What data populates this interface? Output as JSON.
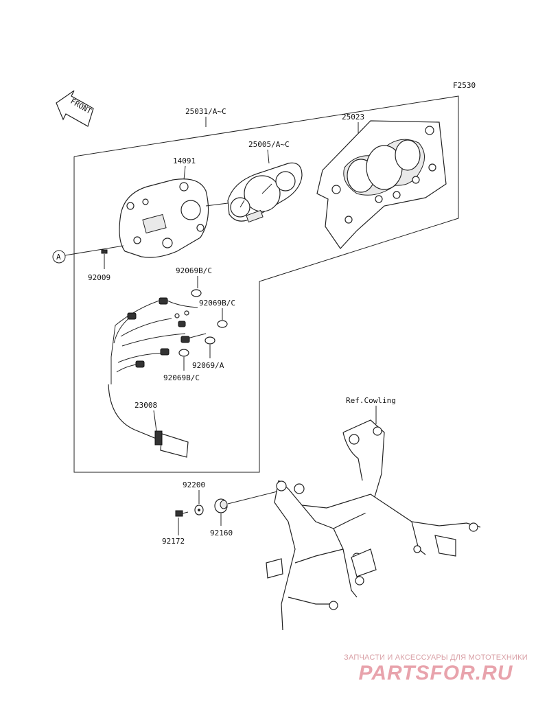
{
  "figure_code": "F2530",
  "front_label": "FRONT",
  "parts": {
    "assembly": "25031/A~C",
    "speedometer": "25005/A~C",
    "case": "25023",
    "housing": "14091",
    "screw": "92009",
    "bulb_upper": "92069B/C",
    "bulb_mid": "92069B/C",
    "bulb_a": "92069/A",
    "bulb_lower": "92069B/C",
    "harness": "23008",
    "washer": "92200",
    "bolt": "92172",
    "damper": "92160",
    "ref_cowling": "Ref.Cowling"
  },
  "callouts": {
    "left": "A",
    "right": "A"
  },
  "watermark": {
    "line1": "ЗАПЧАСТИ И АКСЕССУАРЫ ДЛЯ МОТОТЕХНИКИ",
    "logo": "PARTSFOR.RU"
  }
}
